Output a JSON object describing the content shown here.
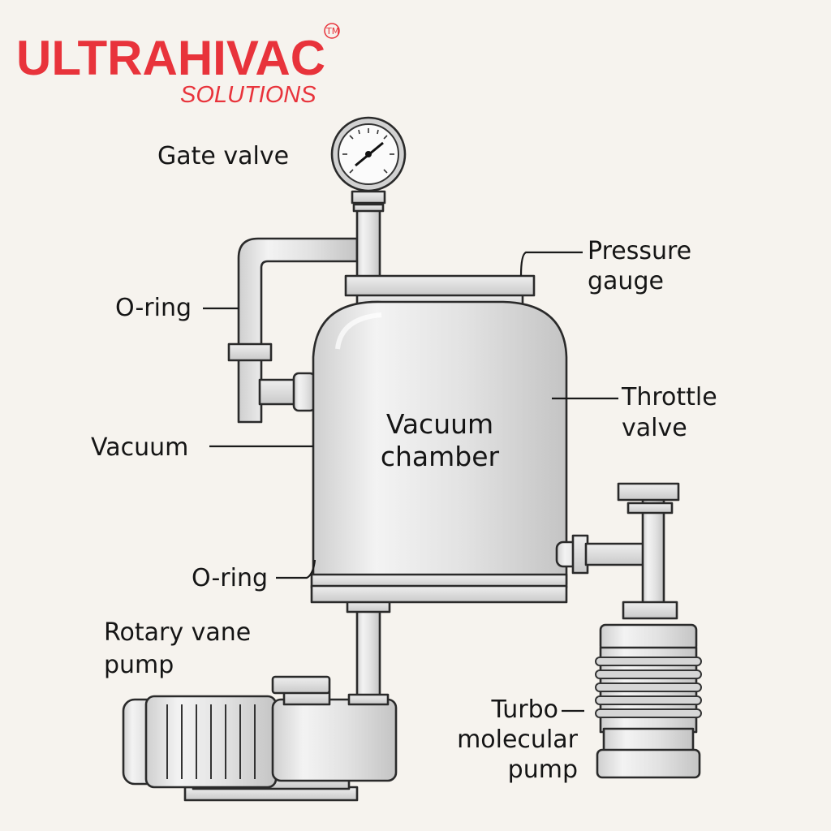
{
  "brand": {
    "name": "ULTRAHIVAC",
    "tagline": "SOLUTIONS",
    "trademark": "TM",
    "color": "#e8333b"
  },
  "labels": {
    "gate_valve": "Gate valve",
    "o_ring_top": "O-ring",
    "vacuum": "Vacuum",
    "o_ring_bottom": "O-ring",
    "rotary_line1": "Rotary vane",
    "rotary_line2": "pump",
    "pressure_line1": "Pressure",
    "pressure_line2": "gauge",
    "throttle_line1": "Throttle",
    "throttle_line2": "valve",
    "turbo_line1": "Turbo",
    "turbo_line2": "molecular",
    "turbo_line3": "pump",
    "chamber_line1": "Vacuum",
    "chamber_line2": "chamber"
  },
  "colors": {
    "background": "#f6f3ee",
    "metal": "#dcdcdc",
    "metal_dark": "#c2c2c2",
    "outline": "#2a2a2a"
  }
}
